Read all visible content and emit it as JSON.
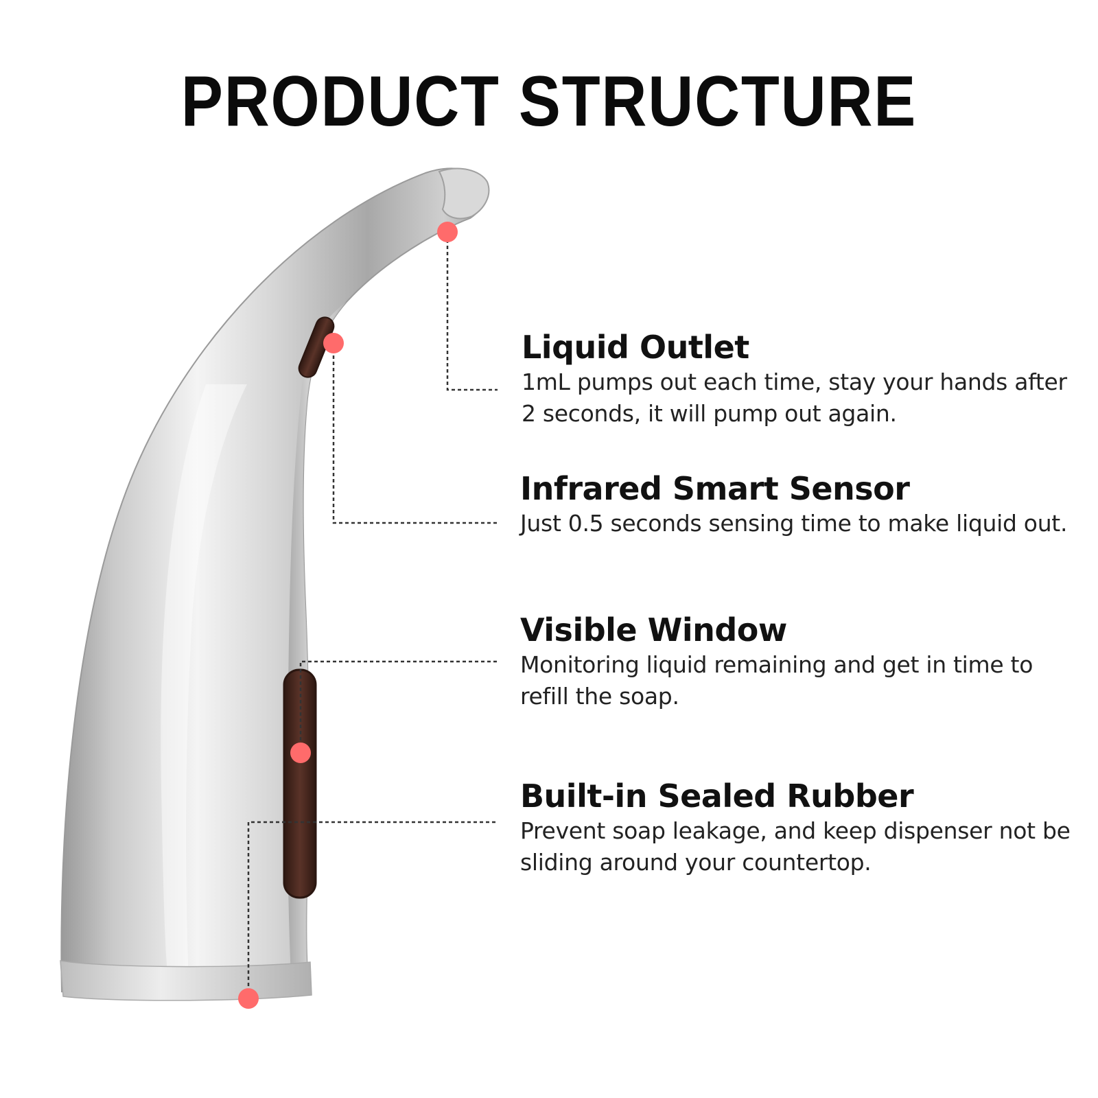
{
  "title": "PRODUCT STRUCTURE",
  "colors": {
    "marker": "#ff6b6b",
    "body_light": "#f2f2f2",
    "body_mid": "#c4c4c4",
    "body_dark": "#8e8e8e",
    "window": "#4a2a22"
  },
  "features": [
    {
      "heading": "Liquid Outlet",
      "description": "1mL pumps out each time, stay your hands after 2 seconds, it will pump out again."
    },
    {
      "heading": "Infrared Smart Sensor",
      "description": "Just 0.5 seconds sensing time to make liquid out."
    },
    {
      "heading": "Visible Window",
      "description": "Monitoring liquid remaining and get in time to refill the soap."
    },
    {
      "heading": "Built-in Sealed Rubber",
      "description": "Prevent soap leakage, and keep dispenser not be sliding around your countertop."
    }
  ]
}
